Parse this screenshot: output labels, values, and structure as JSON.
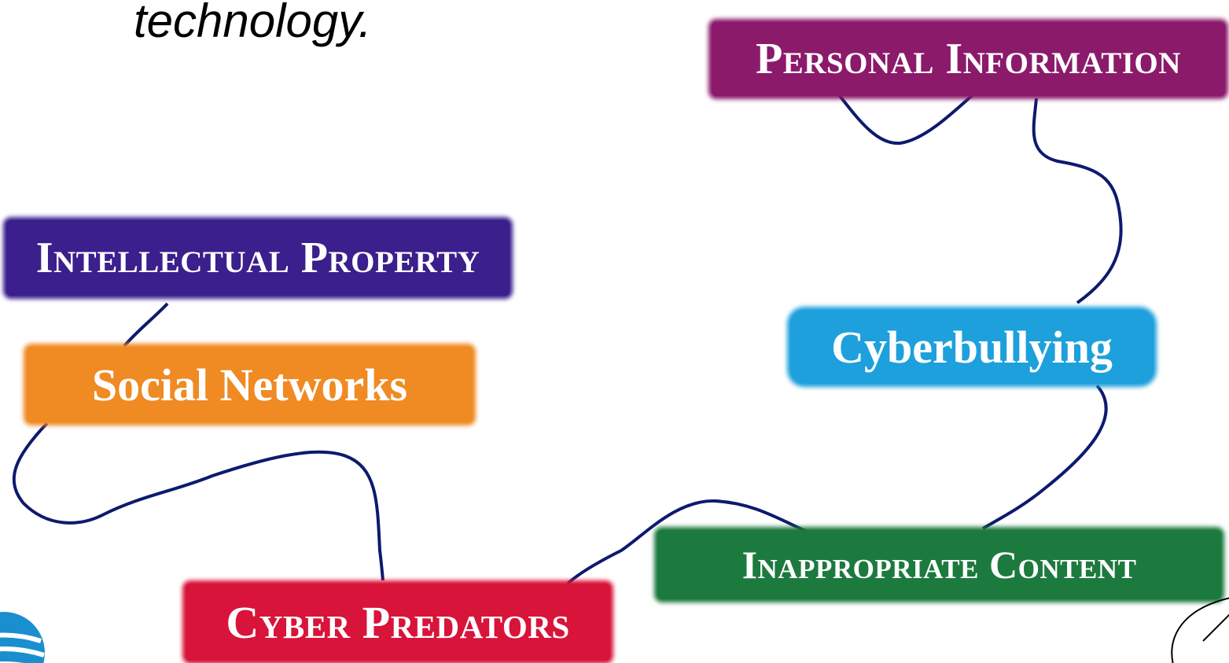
{
  "heading": {
    "fragment": "technology."
  },
  "topics": {
    "personal_information": "Personal Information",
    "intellectual_property": "Intellectual Property",
    "social_networks": "Social Networks",
    "cyberbullying": "Cyberbullying",
    "inappropriate_content": "Inappropriate Content",
    "cyber_predators": "Cyber Predators"
  },
  "colors": {
    "connector": "#0d1a6e",
    "personal_information": "#8b1a6b",
    "intellectual_property": "#3b1f8c",
    "social_networks": "#f08a22",
    "cyberbullying": "#1ea0dc",
    "inappropriate_content": "#1c7a3e",
    "cyber_predators": "#d8143a"
  },
  "icons": {
    "globe_logo": "striped-globe-logo",
    "corner_mark": "curved-line-mark"
  }
}
